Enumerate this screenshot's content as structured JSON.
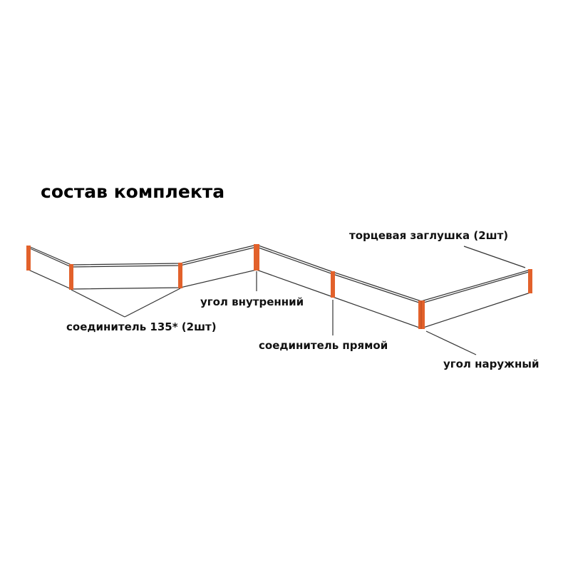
{
  "title": "состав комплекта",
  "labels": {
    "connector_135": "соединитель 135* (2шт)",
    "inner_corner": "угол внутренний",
    "straight_connector": "соединитель прямой",
    "outer_corner": "угол наружный",
    "end_cap": "торцевая заглушка (2шт)"
  },
  "colors": {
    "post": "#e2612b",
    "post_shade": "#b8471c",
    "line": "#333333"
  }
}
